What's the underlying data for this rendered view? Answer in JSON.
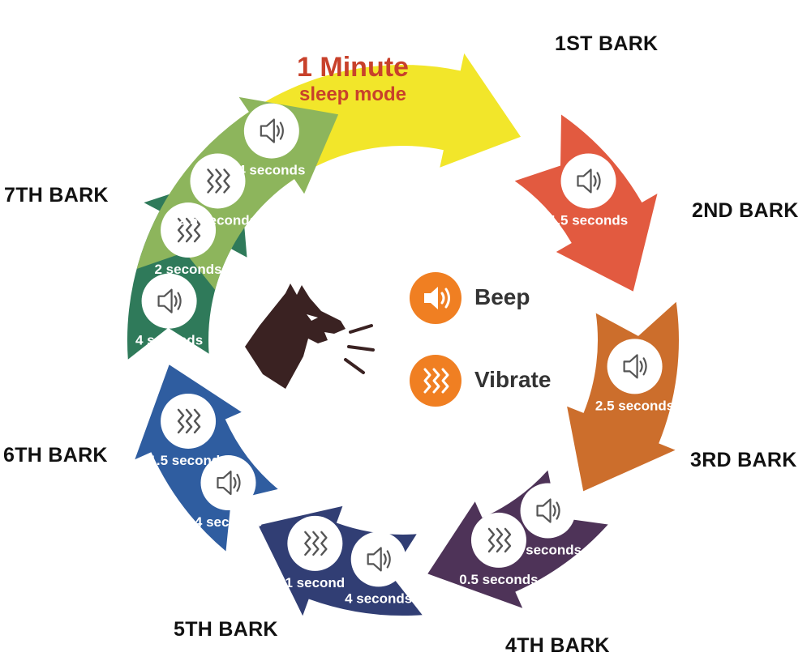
{
  "sleep": {
    "line1": "1 Minute",
    "line2": "sleep mode"
  },
  "legend": {
    "beep": "Beep",
    "vibrate": "Vibrate",
    "accent_color": "#f07f22"
  },
  "icons": {
    "beep": "speaker-icon",
    "vibrate": "vibration-icon",
    "dog": "barking-dog-icon"
  },
  "barks": [
    {
      "label": "1ST BARK",
      "color": "#e25a40",
      "beep": "1.5 seconds"
    },
    {
      "label": "2ND BARK",
      "color": "#cc6e2c",
      "beep": "2.5 seconds"
    },
    {
      "label": "3RD BARK",
      "color": "#4e3358",
      "beep": "4 seconds",
      "vibrate": "0.5 seconds"
    },
    {
      "label": "4TH BARK",
      "color": "#313e74",
      "beep": "4 seconds",
      "vibrate": "1 second"
    },
    {
      "label": "5TH BARK",
      "color": "#2f5da0",
      "beep": "4 seconds",
      "vibrate": "1.5 seconds"
    },
    {
      "label": "6TH BARK",
      "color": "#2f7a5a",
      "beep": "4 seconds",
      "vibrate": "2 seconds"
    },
    {
      "label": "7TH BARK",
      "color": "#8db55c",
      "beep": "4 seconds",
      "vibrate": "2.5 seconds"
    }
  ],
  "sleep_color": "#f2e62a"
}
